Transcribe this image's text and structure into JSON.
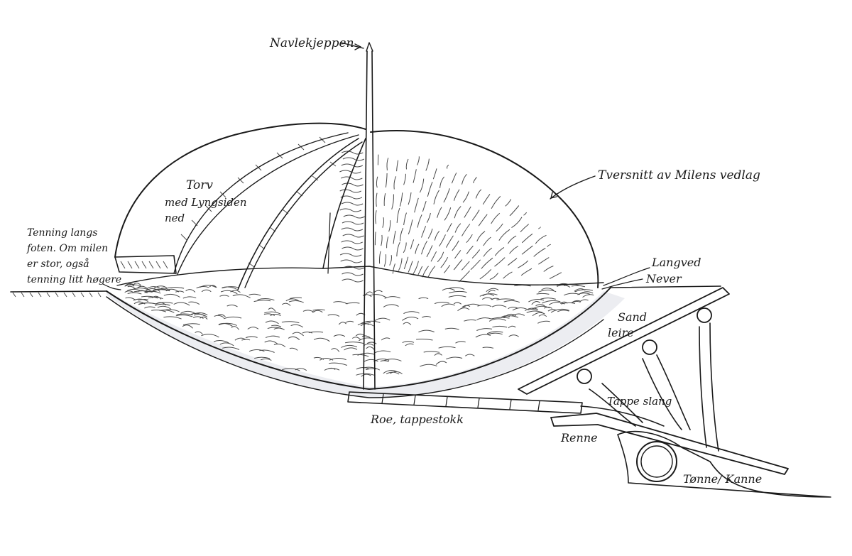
{
  "diagram": {
    "labels": {
      "pole": "Navlekjeppen",
      "peat": "Torv",
      "peat_note_1": "med Lyngsiden",
      "peat_note_2": "ned",
      "cross_section": "Tversnitt av Milens vedlag",
      "ignition_1": "Tenning langs",
      "ignition_2": "foten. Om milen",
      "ignition_3": "er stor, også",
      "ignition_4": "tenning litt høgere",
      "langved": "Langved",
      "bark": "Never",
      "sand": "Sand",
      "clay": "leire",
      "pipe_log": "Roe, tappestokk",
      "tap_pipe": "Tappe slang",
      "trough": "Renne",
      "barrel": "Tønne/ Kanne"
    },
    "colors": {
      "ink": "#1a1a1a",
      "shadow": "#c9ccd6"
    }
  }
}
